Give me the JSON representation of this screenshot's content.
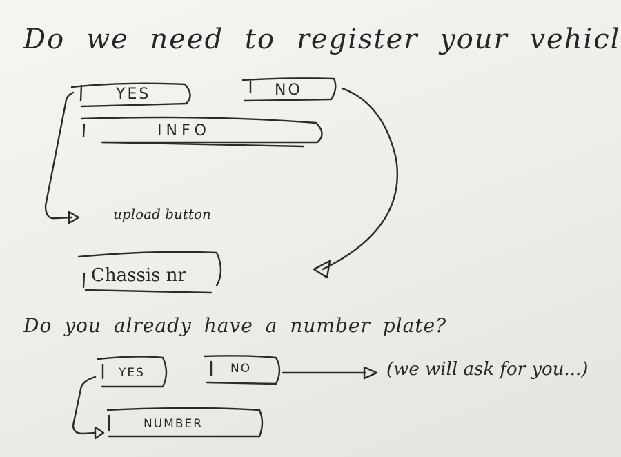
{
  "question_1": "Do we need to register your vehicle?",
  "q1_yes_label": "YES",
  "q1_no_label": "NO",
  "info_label": "INFO",
  "upload_button_label": "upload button",
  "chassis_label": "Chassis nr",
  "question_2": "Do you already have a number plate?",
  "q2_yes_label": "YES",
  "q2_no_label": "NO",
  "no_plate_note": "(we will ask for you...)",
  "number_label": "NUMBER",
  "ink_color": "#2b2b2b",
  "board_color": "#f3f2ef"
}
